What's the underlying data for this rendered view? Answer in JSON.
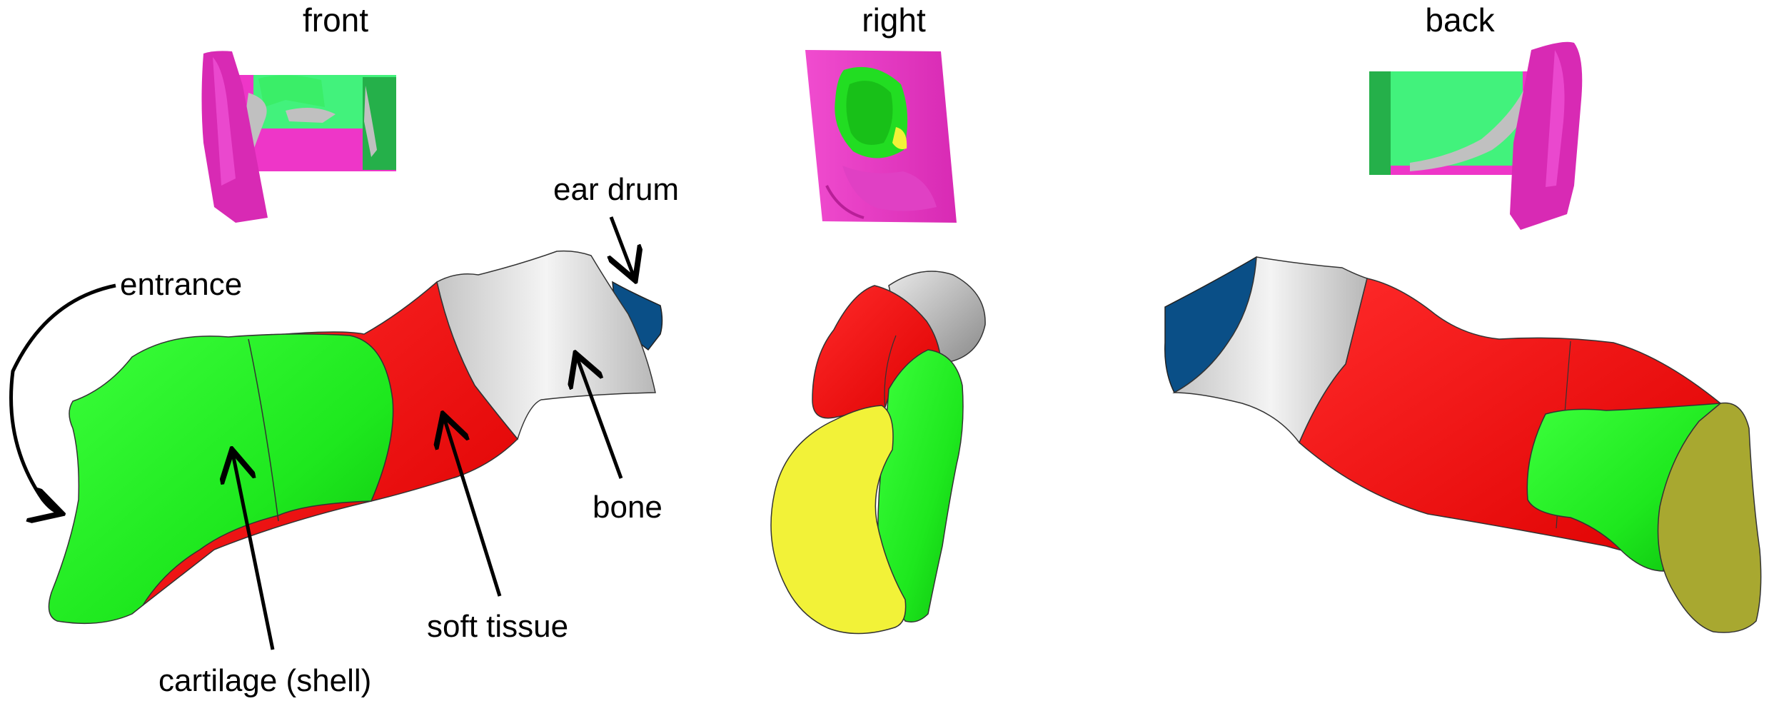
{
  "views": {
    "front": "front",
    "right": "right",
    "back": "back"
  },
  "labels": {
    "entrance": "entrance",
    "ear_drum": "ear drum",
    "bone": "bone",
    "soft_tissue": "soft tissue",
    "cartilage": "cartilage (shell)"
  },
  "colors": {
    "cartilage": "#22ee22",
    "soft_tissue": "#ff0f0f",
    "bone": "#c8c8c8",
    "ear_drum": "#0a4f87",
    "entrance_face": "#f2f238",
    "entrance_face_back": "#a8a830",
    "head_skin": "#ee36c8",
    "thumb_green": "#42f27c"
  }
}
